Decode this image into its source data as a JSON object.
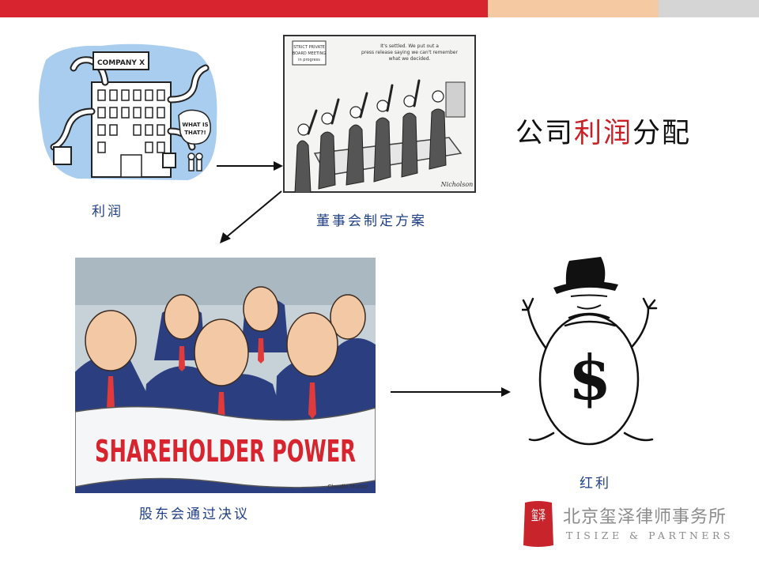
{
  "slide": {
    "title_parts": [
      "公司",
      "利润",
      "分配"
    ],
    "colors": {
      "accent_red": "#d8242f",
      "accent_peach": "#f5c9a2",
      "accent_gray": "#d5d5d5",
      "caption_blue": "#1f3f86"
    }
  },
  "steps": [
    {
      "caption": "利润"
    },
    {
      "caption": "董事会制定方案"
    },
    {
      "caption": "股东会通过决议"
    },
    {
      "caption": "红利"
    }
  ],
  "images": {
    "profit": {
      "building_sign": "COMPANY X",
      "bubble": "WHAT IS THAT?!"
    },
    "board": {
      "door_sign": "STRICT PRIVATE BOARD MEETING in progress",
      "bubble": "It's settled. We put out a press release saying we can't remember what we decided."
    },
    "shareholders": {
      "banner": "SHAREHOLDER POWER",
      "signature": "Claudio Munoz"
    },
    "dividend": {
      "symbol": "$"
    }
  },
  "firm": {
    "name_cn": "北京玺泽律师事务所",
    "name_en": "TISIZE & PARTNERS",
    "seal": "玺泽"
  }
}
